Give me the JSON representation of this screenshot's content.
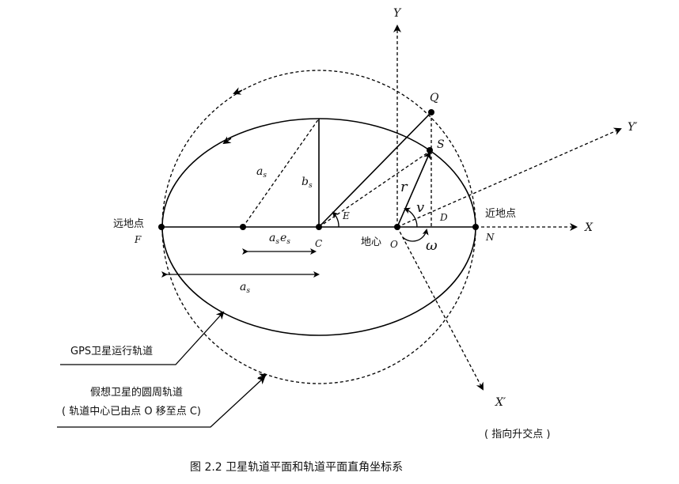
{
  "axes": {
    "x": "X",
    "y": "Y",
    "x_prime": "X′",
    "y_prime": "Y′"
  },
  "points": {
    "Q": "Q",
    "S": "S",
    "E": "E",
    "D": "D",
    "C": "C",
    "O": "O",
    "N": "N",
    "F": "F"
  },
  "symbols": {
    "r": "r",
    "v": "v",
    "omega": "ω",
    "semi_major_upper": "a",
    "semi_major_upper_sub": "s",
    "semi_minor": "b",
    "semi_minor_sub": "s",
    "ae_a": "a",
    "ae_a_sub": "s",
    "ae_e": "e",
    "ae_e_sub": "s",
    "semi_major_lower": "a",
    "semi_major_lower_sub": "s"
  },
  "labels": {
    "apogee": "远地点",
    "perigee": "近地点",
    "geocenter": "地心",
    "gps_orbit": "GPS卫星运行轨道",
    "hypothetical_orbit_line1": "假想卫星的圆周轨道",
    "hypothetical_orbit_line2": "( 轨道中心已由点 O 移至点 C)",
    "ascending_node": "( 指向升交点 )"
  },
  "caption": "图 2.2 卫星轨道平面和轨道平面直角坐标系"
}
